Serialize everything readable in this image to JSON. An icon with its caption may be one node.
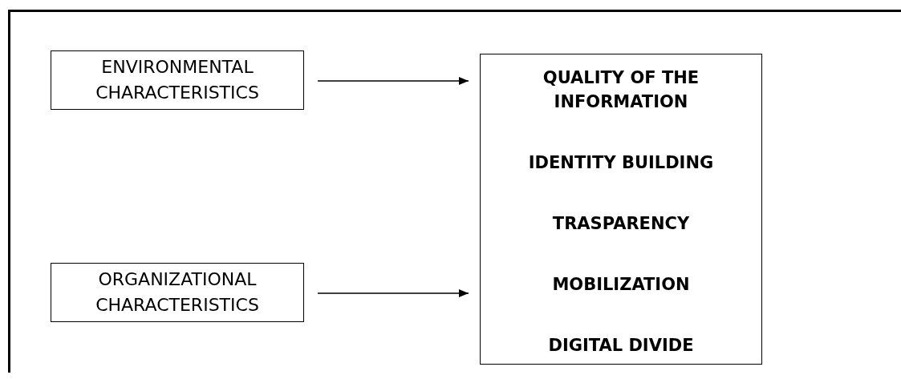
{
  "diagram": {
    "nodes": [
      {
        "text": [
          "ENVIRONMENTAL CHARACTERISTICS"
        ]
      },
      {
        "text": [
          "ORGANIZATIONAL CHARACTERISTICS"
        ]
      },
      {
        "text": [
          "QUALITY OF THE INFORMATION",
          "IDENTITY BUILDING",
          "TRASPARENCY",
          "MOBILIZATION",
          "DIGITAL DIVIDE"
        ]
      }
    ],
    "edges": [
      {
        "from": 0,
        "to": 2,
        "arrow": "to"
      },
      {
        "from": 1,
        "to": 2,
        "arrow": "to"
      }
    ]
  }
}
